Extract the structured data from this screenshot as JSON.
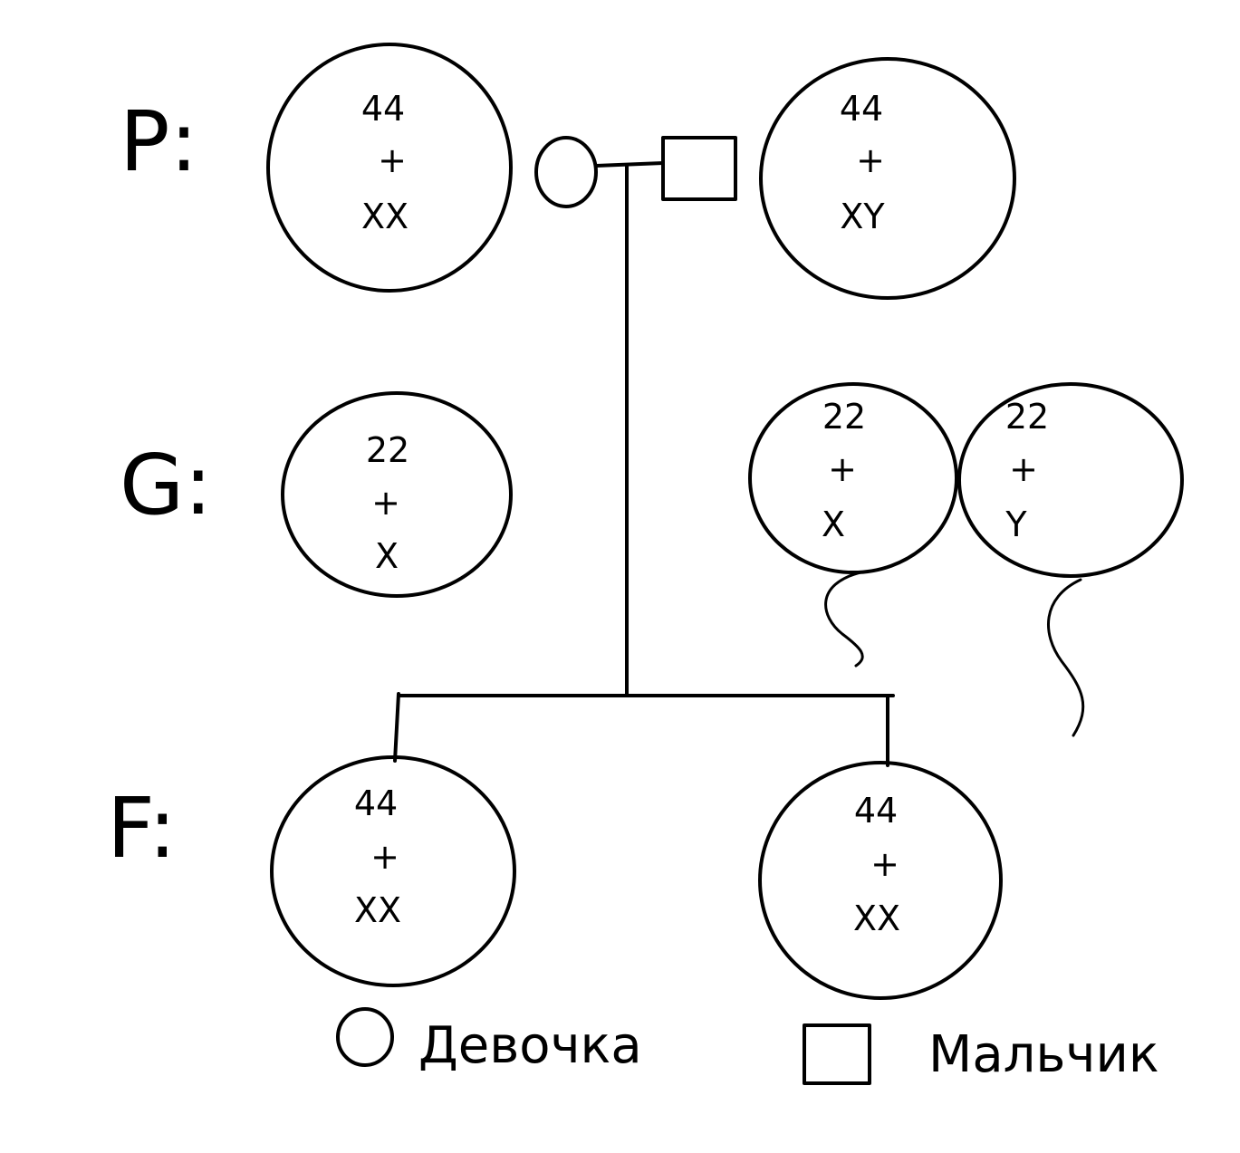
{
  "generations": {
    "parents": "P:",
    "gametes": "G:",
    "offspring": "F:"
  },
  "parents": {
    "mother": {
      "autosomes": "44",
      "plus": "+",
      "sex": "XX"
    },
    "father": {
      "autosomes": "44",
      "plus": "+",
      "sex": "XY"
    }
  },
  "gametes": {
    "egg": {
      "autosomes": "22",
      "plus": "+",
      "sex": "X"
    },
    "sperm_x": {
      "autosomes": "22",
      "plus": "+",
      "sex": "X"
    },
    "sperm_y": {
      "autosomes": "22",
      "plus": "+",
      "sex": "Y"
    }
  },
  "offspring": [
    {
      "autosomes": "44",
      "plus": "+",
      "sex": "XX"
    },
    {
      "autosomes": "44",
      "plus": "+",
      "sex": "XX"
    }
  ],
  "legend": {
    "female_label": "Девочка",
    "male_label": "Мальчик"
  }
}
